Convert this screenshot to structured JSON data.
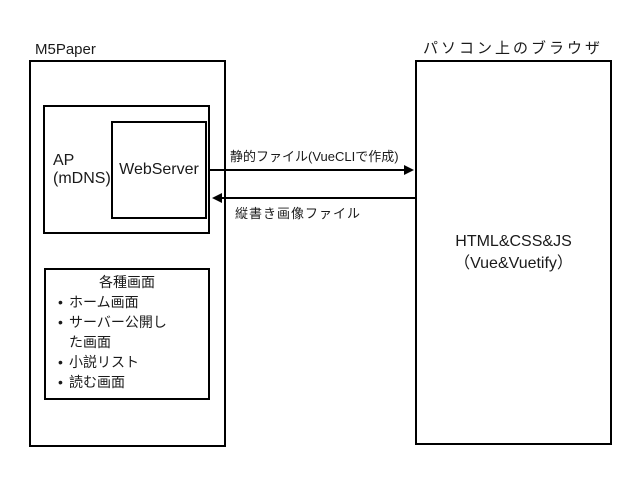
{
  "diagram": {
    "m5paper": {
      "label": "M5Paper",
      "ap": {
        "line1": "AP",
        "line2": "(mDNS)"
      },
      "webserver": {
        "label": "WebServer"
      },
      "screens": {
        "title": "各種画面",
        "bullet": "•",
        "items": [
          "ホーム画面",
          "サーバー公開した画面",
          "小説リスト",
          "読む画面"
        ]
      }
    },
    "browser": {
      "label": "パソコン上のブラウザ",
      "content_line1": "HTML&CSS&JS",
      "content_line2": "（Vue&Vuetify）"
    },
    "arrows": {
      "to_browser_label": "静的ファイル(VueCLIで作成)",
      "to_server_label": "縦書き画像ファイル"
    },
    "colors": {
      "line": "#000000",
      "text": "#1a1a1a",
      "background": "#ffffff"
    }
  }
}
